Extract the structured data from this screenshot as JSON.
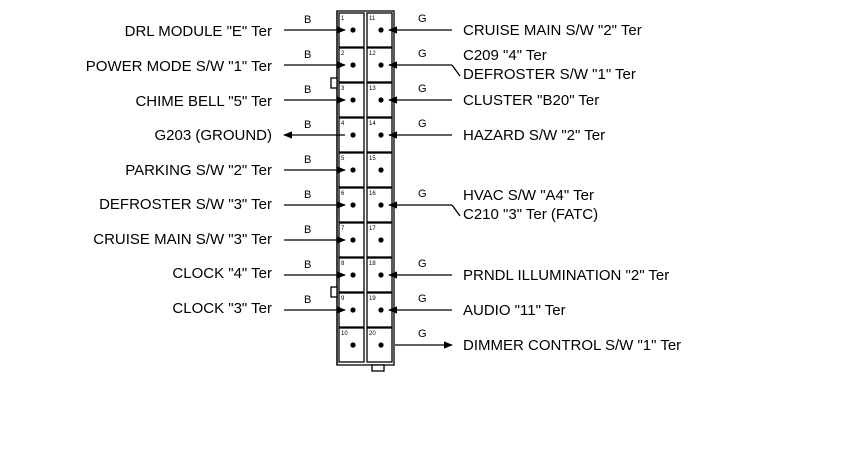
{
  "left_wires": [
    {
      "pin": "1",
      "wire": "B",
      "label": "DRL MODULE \"E\" Ter",
      "dir": "in"
    },
    {
      "pin": "2",
      "wire": "B",
      "label": "POWER MODE S/W \"1\" Ter",
      "dir": "in"
    },
    {
      "pin": "3",
      "wire": "B",
      "label": "CHIME BELL \"5\" Ter",
      "dir": "in"
    },
    {
      "pin": "4",
      "wire": "B",
      "label": "G203 (GROUND)",
      "dir": "out"
    },
    {
      "pin": "5",
      "wire": "B",
      "label": "PARKING S/W \"2\" Ter",
      "dir": "in"
    },
    {
      "pin": "6",
      "wire": "B",
      "label": "DEFROSTER S/W \"3\" Ter",
      "dir": "in"
    },
    {
      "pin": "7",
      "wire": "B",
      "label": "CRUISE MAIN S/W \"3\" Ter",
      "dir": "in"
    },
    {
      "pin": "8",
      "wire": "B",
      "label": "CLOCK \"4\" Ter",
      "dir": "in"
    },
    {
      "pin": "9",
      "wire": "B",
      "label": "CLOCK \"3\" Ter",
      "dir": "in"
    },
    {
      "pin": "10",
      "wire": "",
      "label": "",
      "dir": ""
    }
  ],
  "right_wires": [
    {
      "pin": "11",
      "wire": "G",
      "labels": [
        "CRUISE MAIN S/W \"2\" Ter"
      ],
      "dir": "in"
    },
    {
      "pin": "12",
      "wire": "G",
      "labels": [
        "C209 \"4\" Ter",
        "DEFROSTER S/W \"1\" Ter"
      ],
      "dir": "in"
    },
    {
      "pin": "13",
      "wire": "G",
      "labels": [
        "CLUSTER \"B20\" Ter"
      ],
      "dir": "in"
    },
    {
      "pin": "14",
      "wire": "G",
      "labels": [
        "HAZARD S/W \"2\" Ter"
      ],
      "dir": "in"
    },
    {
      "pin": "15",
      "wire": "",
      "labels": [],
      "dir": ""
    },
    {
      "pin": "16",
      "wire": "G",
      "labels": [
        "HVAC S/W \"A4\" Ter",
        "C210 \"3\" Ter (FATC)"
      ],
      "dir": "in"
    },
    {
      "pin": "17",
      "wire": "",
      "labels": [],
      "dir": ""
    },
    {
      "pin": "18",
      "wire": "G",
      "labels": [
        "PRNDL ILLUMINATION \"2\" Ter"
      ],
      "dir": "in"
    },
    {
      "pin": "19",
      "wire": "G",
      "labels": [
        "AUDIO \"11\" Ter"
      ],
      "dir": "in"
    },
    {
      "pin": "20",
      "wire": "G",
      "labels": [
        "DIMMER CONTROL S/W \"1\" Ter"
      ],
      "dir": "out"
    }
  ]
}
